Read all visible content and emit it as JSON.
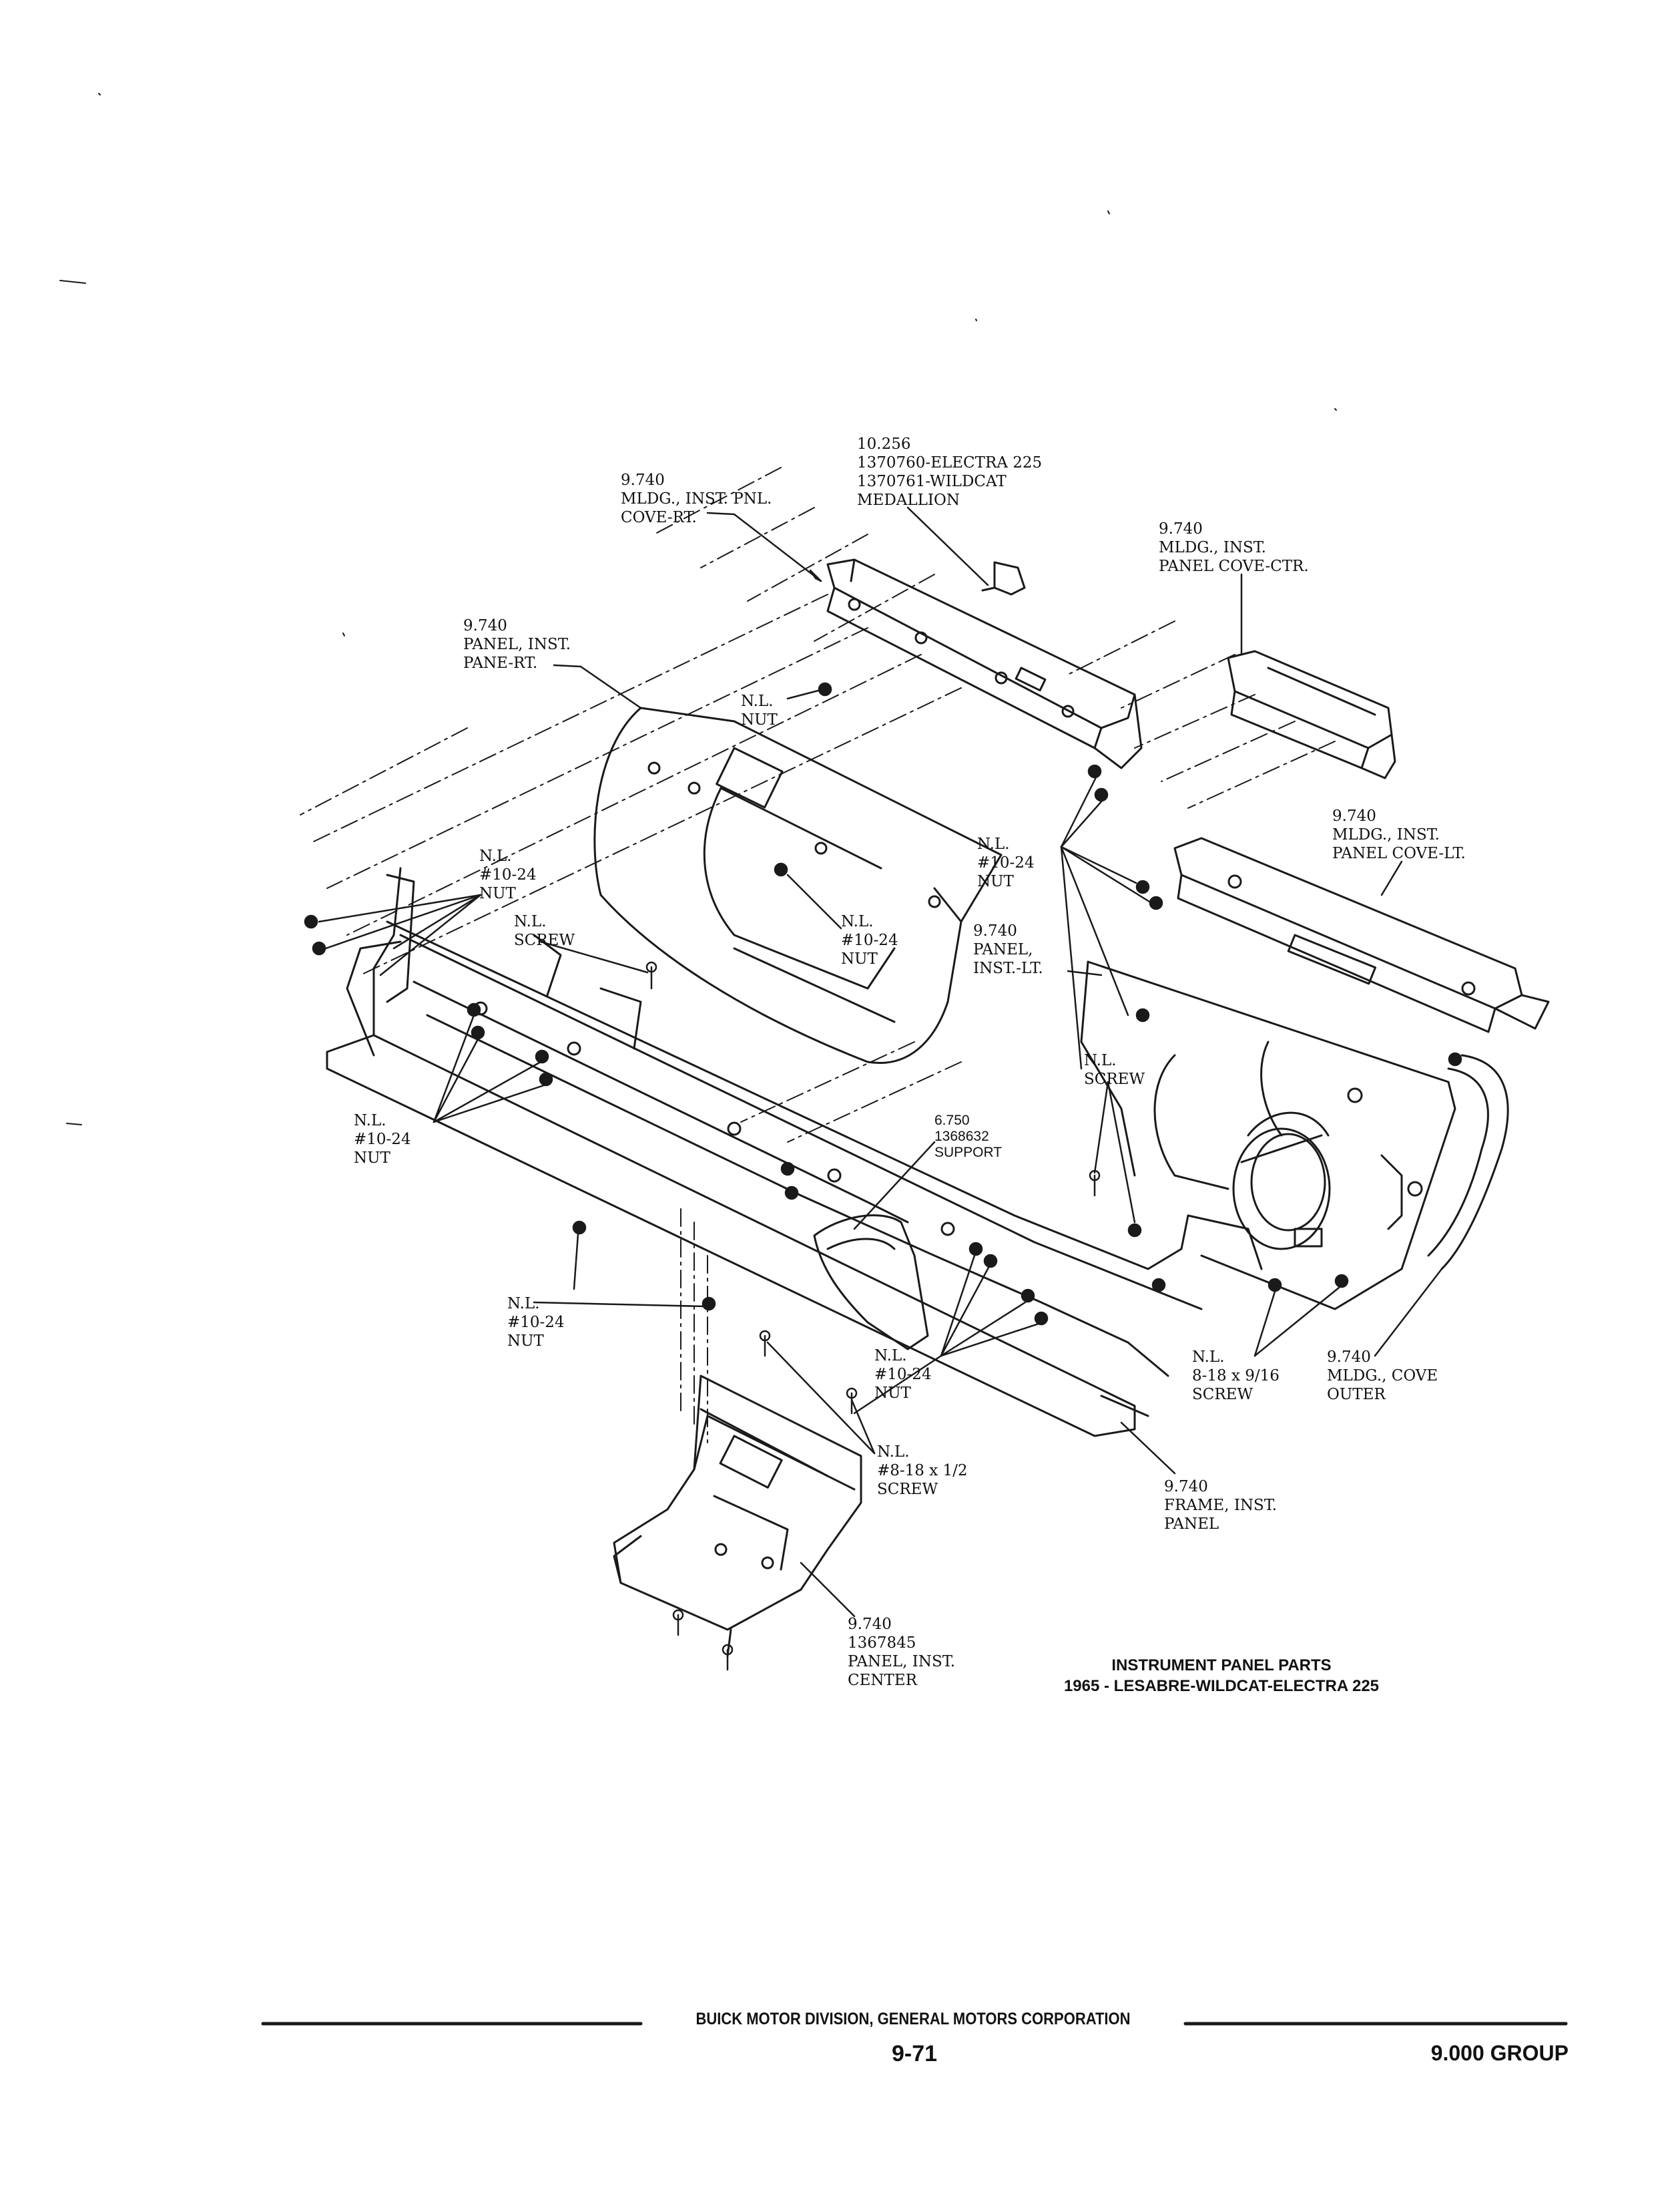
{
  "callouts": {
    "medallion": [
      "10.256",
      "1370760-ELECTRA 225",
      "1370761-WILDCAT",
      "MEDALLION"
    ],
    "cove_rt": [
      "9.740",
      "MLDG., INST. PNL.",
      "COVE-RT."
    ],
    "cove_ctr": [
      "9.740",
      "MLDG., INST.",
      "PANEL COVE-CTR."
    ],
    "panel_rt": [
      "9.740",
      "PANEL, INST.",
      "PANE-RT."
    ],
    "nut_top": [
      "N.L.",
      "NUT"
    ],
    "nut_left_a": [
      "N.L.",
      "#10-24",
      "NUT"
    ],
    "screw_left": [
      "N.L.",
      "SCREW"
    ],
    "nut_center_a": [
      "N.L.",
      "#10-24",
      "NUT"
    ],
    "nut_right_a": [
      "N.L.",
      "#10-24",
      "NUT"
    ],
    "cove_lt": [
      "9.740",
      "MLDG., INST.",
      "PANEL COVE-LT."
    ],
    "panel_lt": [
      "9.740",
      "PANEL,",
      "INST.-LT."
    ],
    "screw_right": [
      "N.L.",
      "SCREW"
    ],
    "nut_left_b": [
      "N.L.",
      "#10-24",
      "NUT"
    ],
    "support": [
      "6.750",
      "1368632",
      "SUPPORT"
    ],
    "nut_left_c": [
      "N.L.",
      "#10-24",
      "NUT"
    ],
    "nut_center_b": [
      "N.L.",
      "#10-24",
      "NUT"
    ],
    "screw_8_18_916": [
      "N.L.",
      "8-18 x 9/16",
      "SCREW"
    ],
    "cove_outer": [
      "9.740",
      "MLDG., COVE",
      "OUTER"
    ],
    "screw_8_18_12": [
      "N.L.",
      "#8-18 x 1/2",
      "SCREW"
    ],
    "frame": [
      "9.740",
      "FRAME, INST.",
      "PANEL"
    ],
    "panel_center": [
      "9.740",
      "1367845",
      "PANEL, INST.",
      "CENTER"
    ]
  },
  "caption": {
    "line1": "INSTRUMENT PANEL PARTS",
    "line2": "1965 - LESABRE-WILDCAT-ELECTRA 225"
  },
  "footer": {
    "division": "BUICK MOTOR DIVISION, GENERAL MOTORS CORPORATION",
    "page_number": "9-71",
    "group": "9.000 GROUP"
  }
}
